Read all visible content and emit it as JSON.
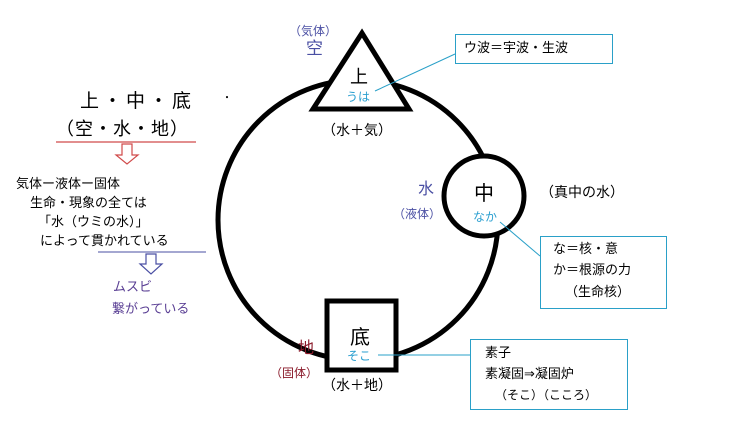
{
  "left": {
    "heading": "上・中・底",
    "dot": "・",
    "subheading": "（空・水・地）",
    "line1": "気体ー液体ー固体",
    "line2": "生命・現象の全ては",
    "line3": "「水（ウミの水）」",
    "line4": "によって貫かれている",
    "musubi": "ムスビ",
    "connected": "繋がっている"
  },
  "top": {
    "gas_label": "（気体）",
    "sky": "空",
    "kanji": "上",
    "reading": "うは",
    "formula": "（水＋気）"
  },
  "middle": {
    "water": "水",
    "liquid_label": "（液体）",
    "kanji": "中",
    "reading": "なか",
    "right_label": "（真中の水）"
  },
  "bottom": {
    "earth": "地",
    "solid_label": "（固体）",
    "kanji": "底",
    "reading": "そこ",
    "formula": "（水＋地）"
  },
  "callouts": {
    "top": "ウ波＝宇波・生波",
    "mid_line1": "な＝核・意",
    "mid_line2": "か＝根源の力",
    "mid_line3": "（生命核）",
    "bottom_line1": "素子",
    "bottom_line2": "素凝固⇒凝固炉",
    "bottom_line3": "（そこ）（こころ）"
  },
  "colors": {
    "blue": "#4a4fa3",
    "cyan": "#2a9fd0",
    "dark_red": "#8a1a2a",
    "callout_border": "#2aa0c8",
    "underline_red": "#d04a4a"
  }
}
